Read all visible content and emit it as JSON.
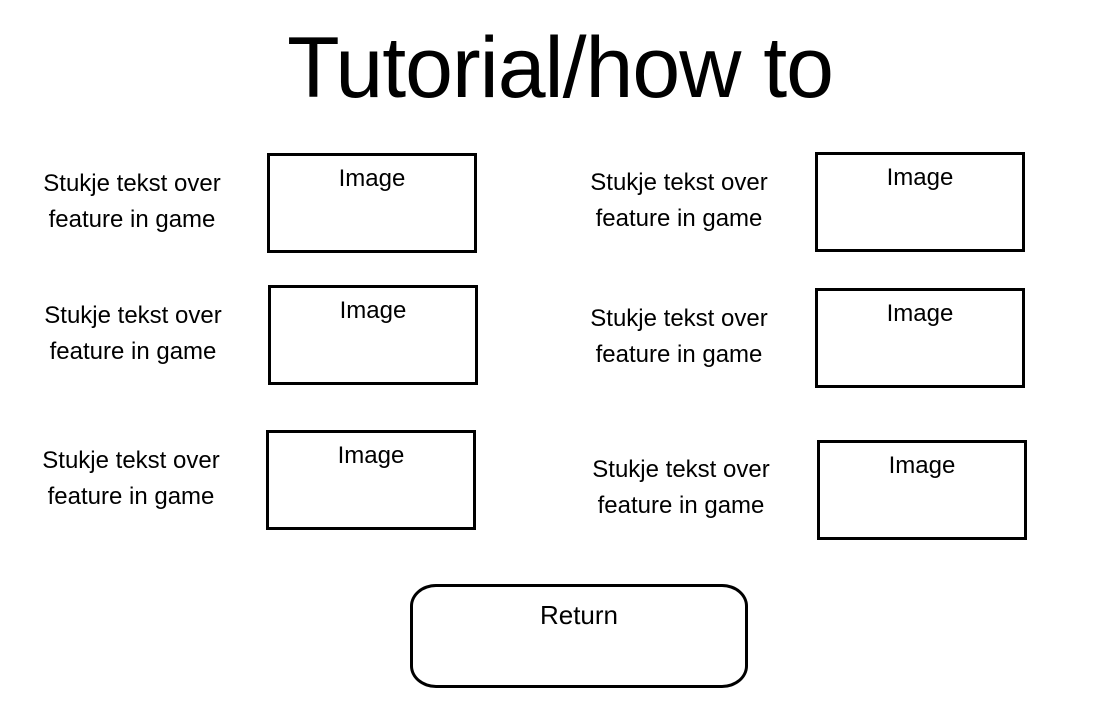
{
  "page": {
    "title": "Tutorial/how to"
  },
  "features": [
    {
      "text_line1": "Stukje tekst over",
      "text_line2": "feature in game",
      "image_label": "Image"
    },
    {
      "text_line1": "Stukje tekst over",
      "text_line2": "feature in game",
      "image_label": "Image"
    },
    {
      "text_line1": "Stukje tekst over",
      "text_line2": "feature in game",
      "image_label": "Image"
    },
    {
      "text_line1": "Stukje tekst over",
      "text_line2": "feature in game",
      "image_label": "Image"
    },
    {
      "text_line1": "Stukje tekst over",
      "text_line2": "feature in game",
      "image_label": "Image"
    },
    {
      "text_line1": "Stukje tekst over",
      "text_line2": "feature in game",
      "image_label": "Image"
    }
  ],
  "return_button": {
    "label": "Return"
  }
}
